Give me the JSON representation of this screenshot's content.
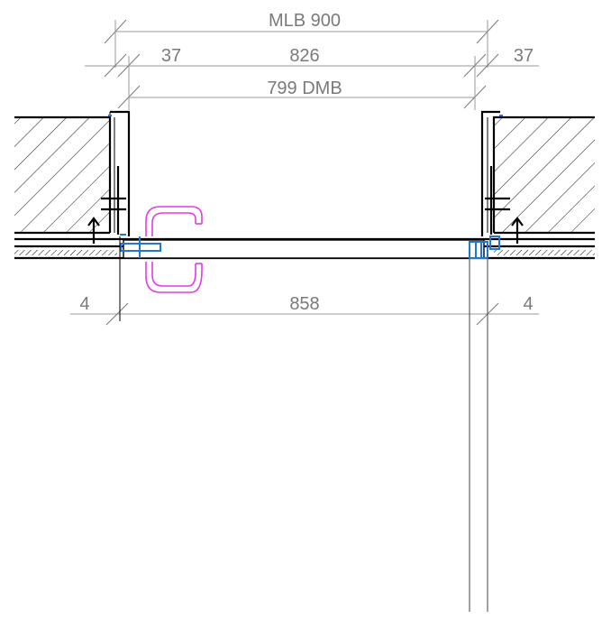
{
  "dimensions": {
    "mlb": "MLB 900",
    "left_jamb": "37",
    "clear_width": "826",
    "right_jamb": "37",
    "dmb": "799 DMB",
    "left_gap": "4",
    "leaf_width": "858",
    "right_gap": "4"
  },
  "colors": {
    "hardware": "#1e78d6",
    "handle": "#e23ce2",
    "dimension": "#7a7a7a",
    "structure": "#000000"
  },
  "icons": {
    "handle": "door-handle-icon",
    "left_hinge": "hinge-icon",
    "right_lock": "lock-keeper-icon"
  }
}
